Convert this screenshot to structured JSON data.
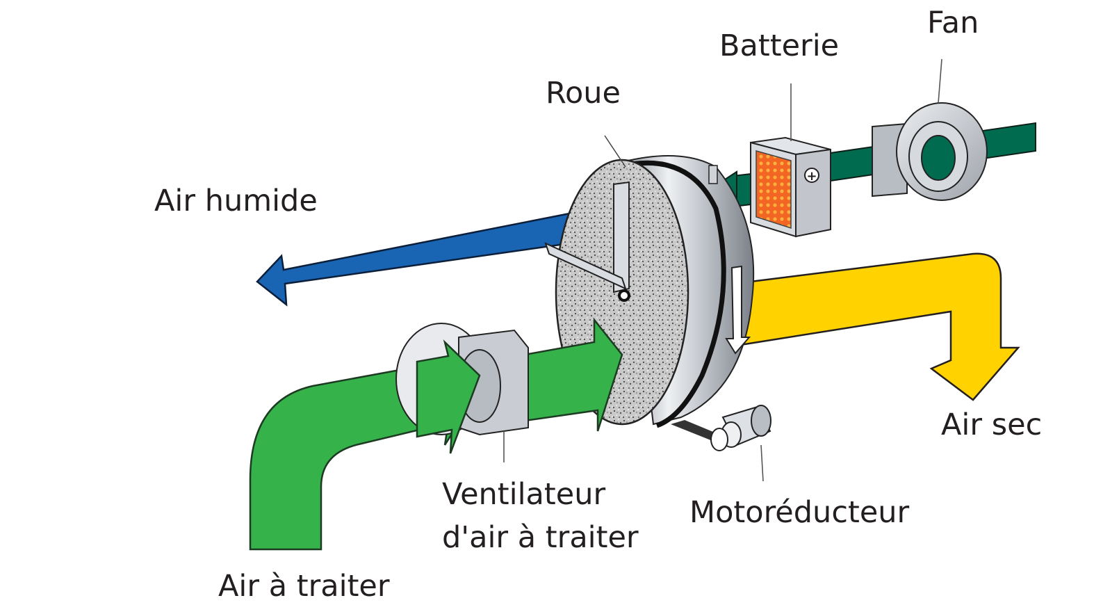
{
  "labels": {
    "fan": "Fan",
    "batterie": "Batterie",
    "roue": "Roue",
    "air_humide": "Air humide",
    "air_sec": "Air sec",
    "ventilateur_line1": "Ventilateur",
    "ventilateur_line2": "d'air à traiter",
    "motoreducteur": "Motoréducteur",
    "air_a_traiter": "Air à traiter",
    "heater_symbol": "+"
  },
  "colors": {
    "process_air": "#35b24a",
    "wet_air": "#1a64b4",
    "dry_air": "#ffd200",
    "regen_air": "#006b4e",
    "heater_element": "#f26522",
    "metal": "#c7ccd3",
    "text": "#231f20"
  }
}
